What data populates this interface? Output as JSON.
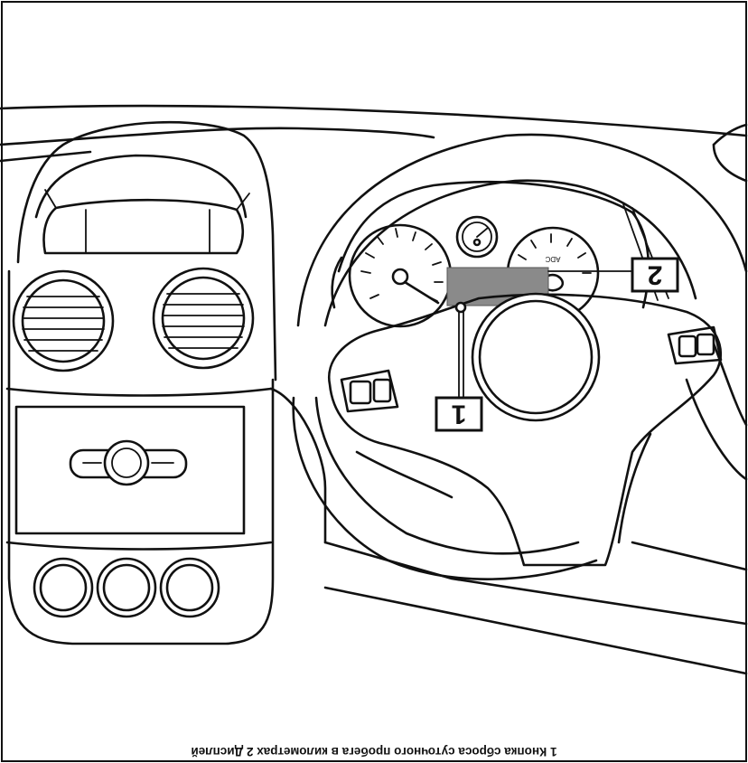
{
  "callouts": [
    {
      "number": "1"
    },
    {
      "number": "2"
    }
  ],
  "gauge_label": "ADC",
  "caption": "1 Кнопка сброса суточного пробега в километрах 2 Дисплей"
}
